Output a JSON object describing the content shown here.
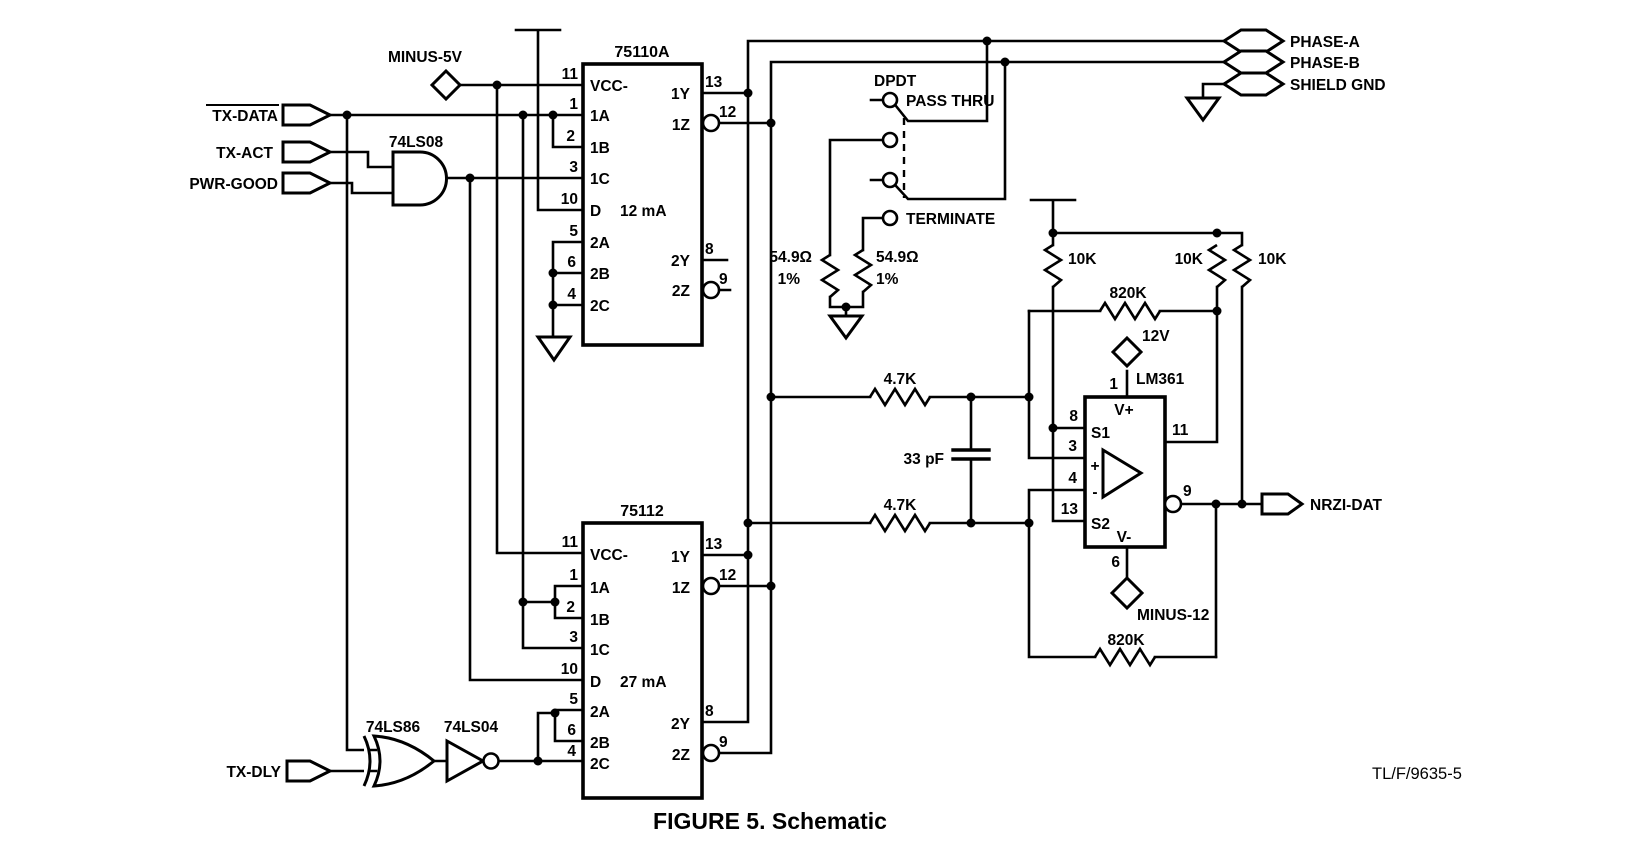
{
  "figure": {
    "title": "FIGURE 5. Schematic",
    "doc_ref": "TL/F/9635-5"
  },
  "inputs": {
    "tx_data": "TX-DATA",
    "tx_act": "TX-ACT",
    "pwr_good": "PWR-GOOD",
    "tx_dly": "TX-DLY"
  },
  "outputs": {
    "phase_a": "PHASE-A",
    "phase_b": "PHASE-B",
    "shield_gnd": "SHIELD GND",
    "nrzi_dat": "NRZI-DAT"
  },
  "supplies": {
    "minus_5v": "MINUS-5V",
    "plus_12v": "12V",
    "minus_12v": "MINUS-12"
  },
  "driver_75110a": {
    "name": "75110A",
    "current": "12 mA",
    "pins": {
      "p11": "11",
      "p1": "1",
      "p2": "2",
      "p3": "3",
      "p10": "10",
      "p5": "5",
      "p6": "6",
      "p4": "4",
      "p13": "13",
      "p12": "12",
      "p8": "8",
      "p9": "9"
    },
    "pin_names": {
      "vcc": "VCC-",
      "a1": "1A",
      "b1": "1B",
      "c1": "1C",
      "d": "D",
      "a2": "2A",
      "b2": "2B",
      "c2": "2C",
      "y1": "1Y",
      "z1": "1Z",
      "y2": "2Y",
      "z2": "2Z"
    }
  },
  "driver_75112": {
    "name": "75112",
    "current": "27 mA",
    "pins": {
      "p11": "11",
      "p1": "1",
      "p2": "2",
      "p3": "3",
      "p10": "10",
      "p5": "5",
      "p6": "6",
      "p4": "4",
      "p13": "13",
      "p12": "12",
      "p8": "8",
      "p9": "9"
    },
    "pin_names": {
      "vcc": "VCC-",
      "a1": "1A",
      "b1": "1B",
      "c1": "1C",
      "d": "D",
      "a2": "2A",
      "b2": "2B",
      "c2": "2C",
      "y1": "1Y",
      "z1": "1Z",
      "y2": "2Y",
      "z2": "2Z"
    }
  },
  "comparator": {
    "name": "LM361",
    "pins": {
      "p1": "1",
      "p8": "8",
      "p3": "3",
      "p4": "4",
      "p13": "13",
      "p11": "11",
      "p9": "9",
      "p6": "6"
    },
    "pin_names": {
      "vplus": "V+",
      "s1": "S1",
      "plus": "+",
      "minus": "-",
      "s2": "S2",
      "vminus": "V-"
    }
  },
  "gates": {
    "and": "74LS08",
    "xor": "74LS86",
    "inverter": "74LS04"
  },
  "dpdt_switch": {
    "name": "DPDT",
    "pass_thru": "PASS THRU",
    "terminate": "TERMINATE"
  },
  "components": {
    "r_term": {
      "value": "54.9Ω",
      "tolerance": "1%"
    },
    "r_10k": "10K",
    "r_820k": "820K",
    "r_4_7k": "4.7K",
    "c_33pf": "33 pF"
  }
}
